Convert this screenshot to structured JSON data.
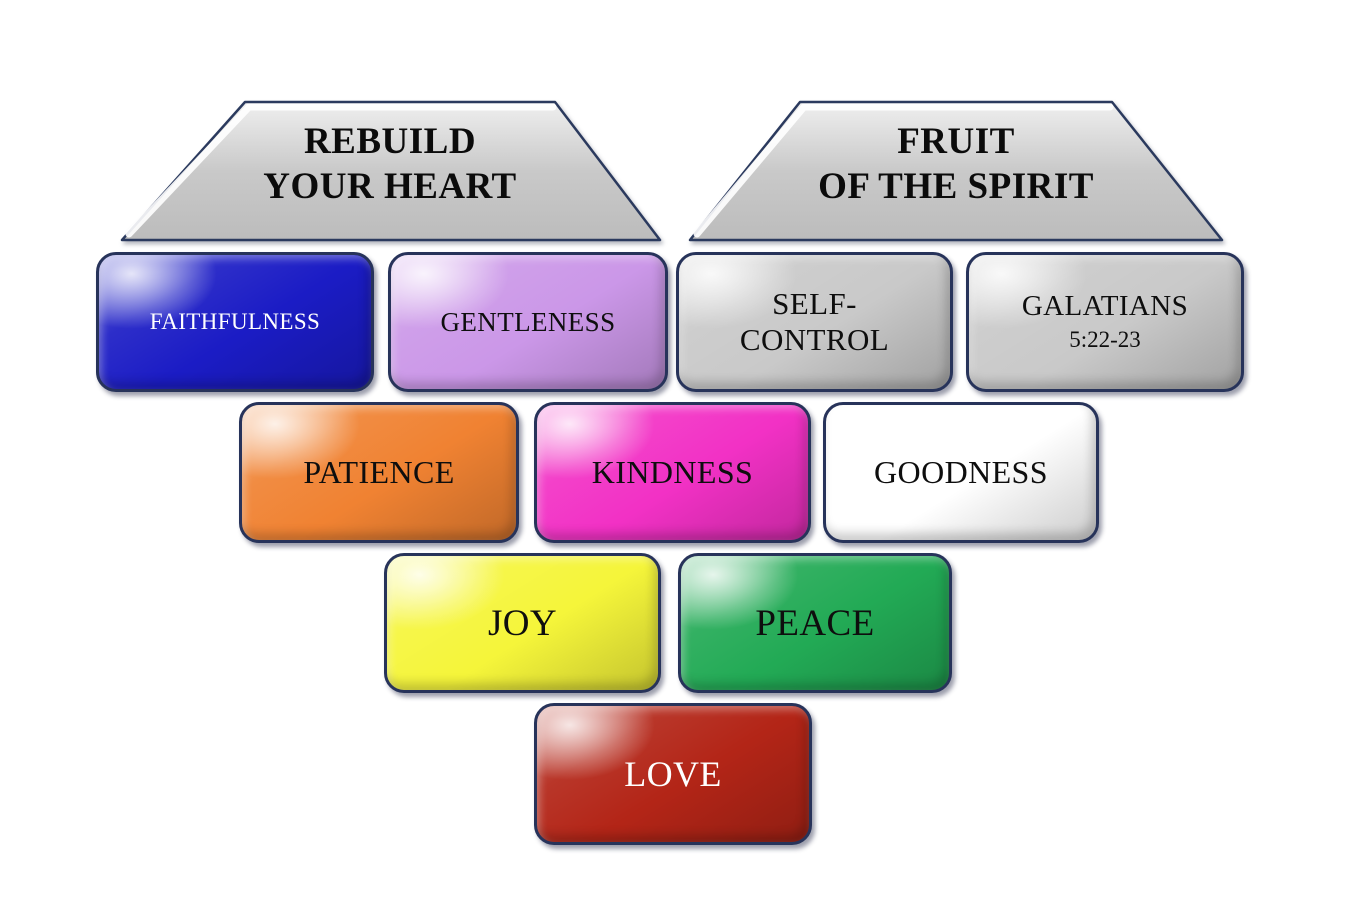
{
  "diagram": {
    "title": "Fruit of the Spirit block diagram",
    "headers": [
      {
        "id": "rebuild-your-heart",
        "label": "REBUILD\nYOUR HEART"
      },
      {
        "id": "fruit-of-the-spirit",
        "label": "FRUIT\nOF THE SPIRIT"
      }
    ],
    "blocks": [
      {
        "id": "faithfulness",
        "label": "FAITHFULNESS",
        "bg": "#1b1cc5",
        "text": "#ffffff"
      },
      {
        "id": "gentleness",
        "label": "GENTLENESS",
        "bg": "#cb97e8",
        "text": "#0e0e0e"
      },
      {
        "id": "self-control",
        "label": "SELF-\nCONTROL",
        "bg": "#c9c9c9",
        "text": "#0e0e0e"
      },
      {
        "id": "galatians",
        "label": "GALATIANS",
        "sublabel": "5:22-23",
        "bg": "#c9c9c9",
        "text": "#0e0e0e"
      },
      {
        "id": "patience",
        "label": "PATIENCE",
        "bg": "#f08232",
        "text": "#0e0e0e"
      },
      {
        "id": "kindness",
        "label": "KINDNESS",
        "bg": "#f231c5",
        "text": "#0e0e0e"
      },
      {
        "id": "goodness",
        "label": "GOODNESS",
        "bg": "#ffffff",
        "text": "#0e0e0e"
      },
      {
        "id": "joy",
        "label": "JOY",
        "bg": "#f5f53a",
        "text": "#0e0e0e"
      },
      {
        "id": "peace",
        "label": "PEACE",
        "bg": "#22aa55",
        "text": "#0e0e0e"
      },
      {
        "id": "love",
        "label": "LOVE",
        "bg": "#b32517",
        "text": "#ffffff"
      }
    ],
    "colors": {
      "page_background": "#ffffff",
      "block_border": "#27335a",
      "header_fill_top": "#efefef",
      "header_fill_bottom": "#bdbdbd",
      "header_outline": "#2b3a5e",
      "header_text": "#0b0b0b"
    }
  }
}
